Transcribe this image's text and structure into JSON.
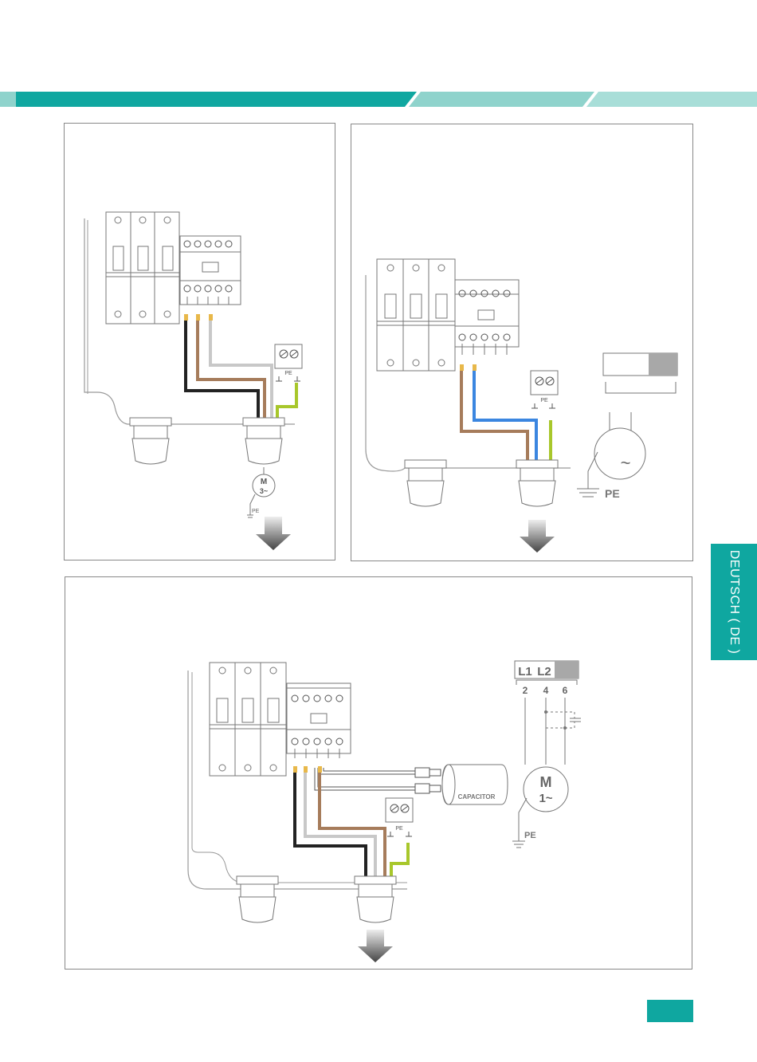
{
  "colors": {
    "teal": "#0fa7a0",
    "teal_light": "#8fd3cc",
    "wire_black": "#222222",
    "wire_brown": "#a67c5b",
    "wire_grey": "#c8c8c8",
    "wire_blue": "#3b86e0",
    "wire_yellow_green": "#a8c72b"
  },
  "side_tab": {
    "label": "DEUTSCH ( DE )"
  },
  "panel1": {
    "motor_label": "M",
    "motor_phase": "3~",
    "pe_label": "PE",
    "terminal_pe": "PE"
  },
  "panel2": {
    "motor_symbol": "~",
    "pe_label": "PE",
    "terminal_pe": "PE"
  },
  "panel3": {
    "l1": "L1",
    "l2": "L2",
    "t2": "2",
    "t4": "4",
    "t6": "6",
    "motor_label": "M",
    "motor_phase": "1~",
    "pe_label": "PE",
    "terminal_pe": "PE",
    "capacitor_label": "CAPACITOR"
  }
}
